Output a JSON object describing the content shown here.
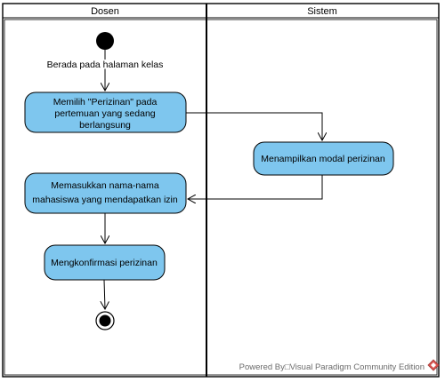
{
  "swimlanes": [
    {
      "id": "dosen",
      "label": "Dosen"
    },
    {
      "id": "sistem",
      "label": "Sistem"
    }
  ],
  "initial_flow_label": "Berada pada halaman kelas",
  "actions": [
    {
      "id": "memilih",
      "lane": "dosen",
      "lines": [
        "Memilih \"Perizinan\" pada",
        "pertemuan yang sedang",
        "berlangsung"
      ]
    },
    {
      "id": "menampilkan",
      "lane": "sistem",
      "lines": [
        "Menampilkan modal perizinan"
      ]
    },
    {
      "id": "memasukkan",
      "lane": "dosen",
      "lines": [
        "Memasukkan nama-nama",
        "mahasiswa yang mendapatkan izin"
      ]
    },
    {
      "id": "mengkonfirmasi",
      "lane": "dosen",
      "lines": [
        "Mengkonfirmasi perizinan"
      ]
    }
  ],
  "credit": {
    "text": "Powered By□Visual Paradigm Community Edition",
    "icon": "visual-paradigm-logo-icon",
    "icon_color": "#d9534f"
  },
  "colors": {
    "action_fill": "#7ec6ee",
    "node_fill": "#000000",
    "credit_text": "#6b6b6b"
  }
}
